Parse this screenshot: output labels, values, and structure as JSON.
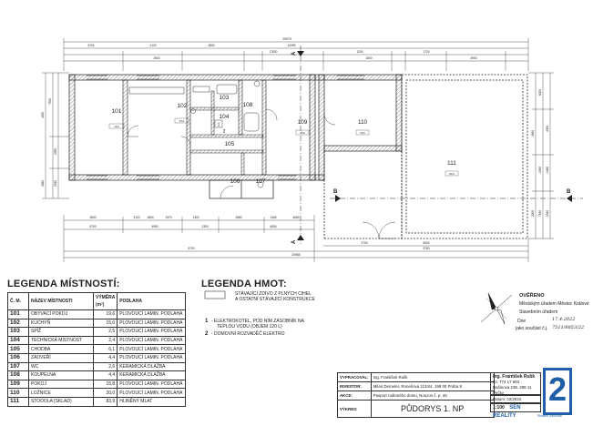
{
  "plan": {
    "rooms": [
      {
        "num": "101",
        "area": "19,6"
      },
      {
        "num": "102",
        "area": "15,0"
      },
      {
        "num": "103",
        "area": "2,5"
      },
      {
        "num": "104",
        "area": "2,4"
      },
      {
        "num": "105",
        "area": "6,1"
      },
      {
        "num": "106",
        "area": "4,4"
      },
      {
        "num": "107",
        "area": "2,6"
      },
      {
        "num": "108",
        "area": "4,4"
      },
      {
        "num": "109",
        "area": "15,8"
      },
      {
        "num": "110",
        "area": "20,0"
      },
      {
        "num": "111",
        "area": "83,9"
      }
    ],
    "section_marks": {
      "a": "A",
      "b": "B"
    },
    "legend_numbers": {
      "one": "1",
      "two": "2"
    },
    "dims_top": [
      "5700",
      "2120",
      "2800",
      "10395",
      "1200",
      "17920",
      "1720",
      "4950",
      "2800",
      "1600"
    ],
    "dims_total": [
      "20970",
      "20980"
    ],
    "dims_bottom": [
      "3500",
      "2120",
      "1890",
      "1970",
      "1300",
      "2580",
      "1450",
      "4080",
      "5700",
      "4950",
      "1300",
      "6050",
      "6700",
      "8000",
      "9760",
      "2700"
    ],
    "dims_left": [
      "4950",
      "7520",
      "2350",
      "2510",
      "4060"
    ],
    "dims_right": [
      "6025",
      "4050",
      "4560",
      "1480",
      "1950",
      "2340",
      "7180",
      "2000"
    ]
  },
  "legend_rooms": {
    "title": "LEGENDA MÍSTNOSTÍ:",
    "headers": {
      "cm": "Č. M.",
      "name": "NÁZEV MÍSTNOSTI",
      "area": "VÝMĚRA (m²)",
      "floor": "PODLAHA"
    },
    "rows": [
      {
        "num": "101",
        "name": "OBÝVACÍ POKOJ",
        "area": "19,6",
        "floor": "PLOVOUCÍ LAMIN. PODLAHA"
      },
      {
        "num": "102",
        "name": "KUCHYŇ",
        "area": "15,0",
        "floor": "PLOVOUCÍ LAMIN. PODLAHA"
      },
      {
        "num": "103",
        "name": "SPÍŽ",
        "area": "2,5",
        "floor": "PLOVOUCÍ LAMIN. PODLAHA"
      },
      {
        "num": "104",
        "name": "TECHNICKÁ MÍSTNOST",
        "area": "2,4",
        "floor": "PLOVOUCÍ LAMIN. PODLAHA"
      },
      {
        "num": "105",
        "name": "CHODBA",
        "area": "6,1",
        "floor": "PLOVOUCÍ LAMIN. PODLAHA"
      },
      {
        "num": "106",
        "name": "ZÁDVEŘÍ",
        "area": "4,4",
        "floor": "PLOVOUCÍ LAMIN. PODLAHA"
      },
      {
        "num": "107",
        "name": "WC",
        "area": "2,6",
        "floor": "KERAMICKÁ DLAŽBA"
      },
      {
        "num": "108",
        "name": "KOUPELNA",
        "area": "4,4",
        "floor": "KERAMICKÁ DLAŽBA"
      },
      {
        "num": "109",
        "name": "POKOJ",
        "area": "15,8",
        "floor": "PLOVOUCÍ LAMIN. PODLAHA"
      },
      {
        "num": "110",
        "name": "LOŽNICE",
        "area": "20,0",
        "floor": "PLOVOUCÍ LAMIN. PODLAHA"
      },
      {
        "num": "111",
        "name": "STODOLA (SKLAD)",
        "area": "83,9",
        "floor": "HLINĚNÝ MLAT"
      }
    ]
  },
  "legend_materials": {
    "title": "LEGENDA HMOT:",
    "wall_desc_1": "STÁVAJÍCÍ ZDIVO Z PLNÝCH CIHEL",
    "wall_desc_2": "A OSTATNÍ STÁVAJÍCÍ KONSTRUKCE",
    "item1_num": "1",
    "item1_l1": "- ELEKTROKOTEL, POD NÍM ZÁSOBNÍK NA",
    "item1_l2": "TEPLOU VODU (OBJEM 120 L)",
    "item2_num": "2",
    "item2_l1": "- DOMOVNÍ ROZVADĚČ ELEKTRO"
  },
  "verification": {
    "title": "OVĚŘENO",
    "line1": "Městským úřadem Městec Králové",
    "line2": "Stavebním úřadem",
    "date_label": "Dne",
    "date_value": "17.4.2022",
    "ref_label": "jako součást č.j.",
    "ref_value": "7511/8853/22"
  },
  "title_block": {
    "author_label": "VYPRACOVAL:",
    "author_value": "Ing. František Rulík",
    "author_box_l1": "Ing. František Rulík",
    "author_box_l2": "tel. 774 17 693",
    "author_box_l3": "Rašinova 238, 289 11 Pečky",
    "investor_label": "INVESTOR:",
    "investor_value": "Milan Demeter, Ronešova 1134/4, 198 00 Praha 9",
    "action_label": "AKCE:",
    "action_value": "Pasport rodinného domu, Nouzov č. p. 45",
    "drawing_label": "VÝKRES:",
    "drawing_value": "PŮDORYS 1. NP",
    "date_label": "Datum:",
    "date_value": "02/2022",
    "scale_value": "1:100",
    "brand_name": "SEN REALITY",
    "brand_sub": "Realitní kancelář",
    "brand_num": "2"
  },
  "colors": {
    "line": "#222222",
    "blue": "#1f5fa8",
    "hatch": "#555555"
  }
}
